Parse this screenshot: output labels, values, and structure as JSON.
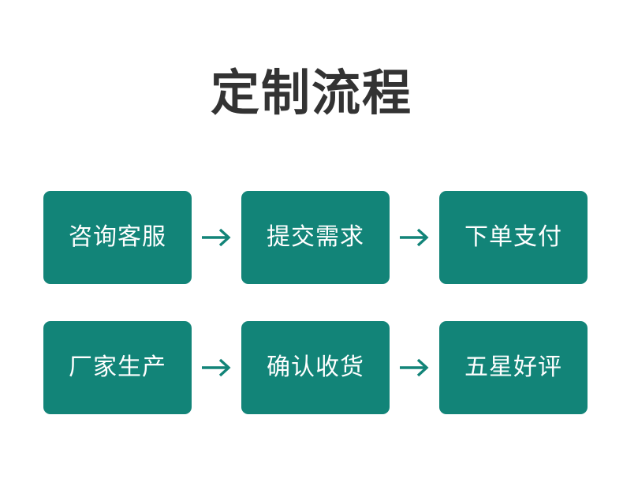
{
  "page": {
    "title": "定制流程",
    "background_color": "#ffffff",
    "title_color": "#333333",
    "accent_color": "#128478",
    "box_text_color": "#ffffff",
    "arrow_color": "#128478",
    "arrow_icon": "arrow-right-icon"
  },
  "flow": {
    "rows": [
      {
        "steps": [
          {
            "label": "咨询客服"
          },
          {
            "label": "提交需求"
          },
          {
            "label": "下单支付"
          }
        ],
        "separators": [
          "→",
          "→"
        ]
      },
      {
        "steps": [
          {
            "label": "厂家生产"
          },
          {
            "label": "确认收货"
          },
          {
            "label": "五星好评"
          }
        ],
        "separators": [
          "→",
          "→"
        ]
      }
    ]
  }
}
